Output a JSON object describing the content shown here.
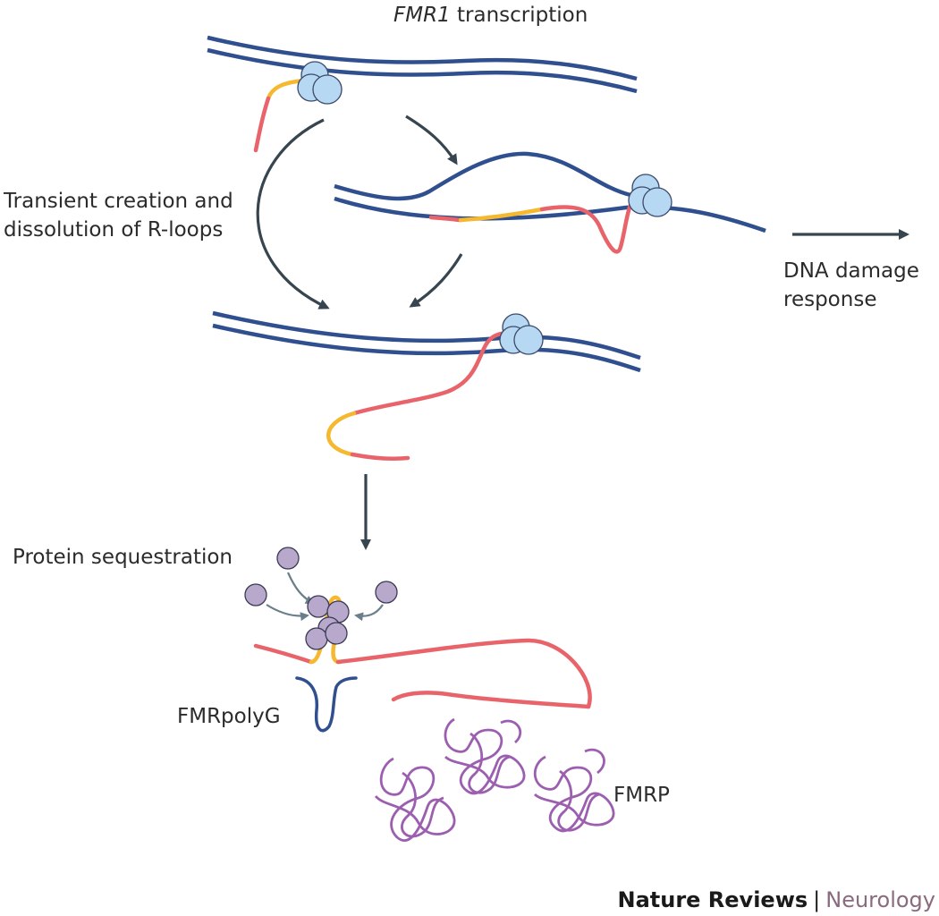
{
  "title": {
    "gene": "FMR1",
    "rest": " transcription"
  },
  "labels": {
    "rloops_line1": "Transient creation and",
    "rloops_line2": "dissolution of R-loops",
    "dna_damage_line1": "DNA damage",
    "dna_damage_line2": "response",
    "protein_sequestration": "Protein sequestration",
    "fmrpolyg": "FMRpolyG",
    "fmrp": "FMRP"
  },
  "footer": {
    "journal": "Nature Reviews",
    "separator": "|",
    "subject": "Neurology"
  },
  "colors": {
    "dna": "#2f4f8f",
    "rna_red": "#e8646a",
    "cgg_yellow": "#f5b82e",
    "polymerase": "#b7d8f2",
    "polymerase_edge": "#3a4a6a",
    "sequestered_protein": "#b7a8cc",
    "fmrp": "#9c5fb0",
    "arrow": "#36454f",
    "arrow_light": "#6a7f8a"
  }
}
